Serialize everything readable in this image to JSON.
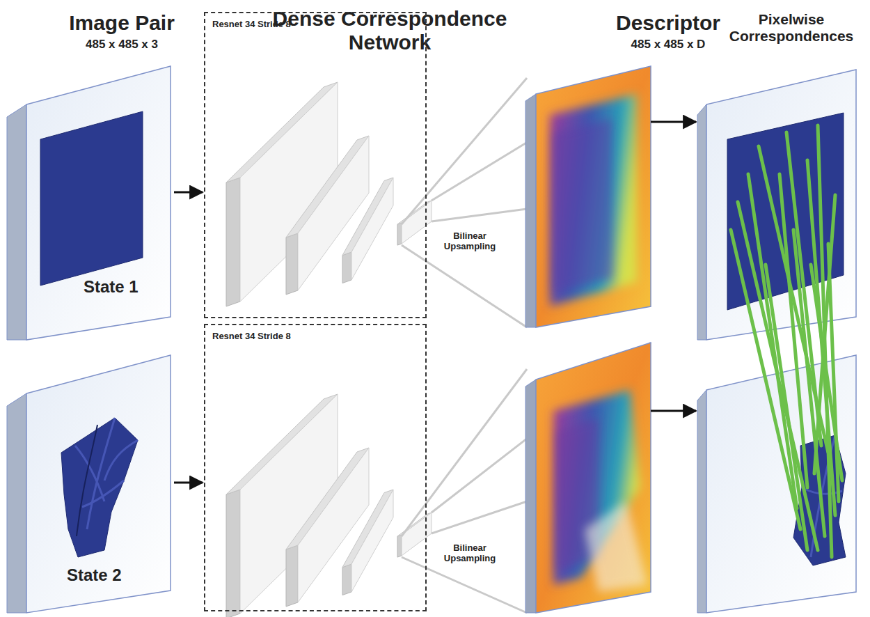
{
  "diagram": {
    "nodes": [
      {
        "text": [
          "State 1"
        ]
      },
      {
        "text": [
          "Resnet 34 Stride 8"
        ]
      },
      {
        "text": [
          "State 2"
        ]
      },
      {
        "text": [
          "Resnet 34 Stride 8"
        ]
      }
    ],
    "edges": [
      {
        "from": 0,
        "to": 1,
        "arrow": "to"
      },
      {
        "from": 2,
        "to": 3,
        "arrow": "to"
      }
    ],
    "labels": [
      "Image Pair",
      "485 x 485 x 3",
      "Dense Correspondence Network",
      "Descriptor",
      "485 x 485 x D",
      "Pixelwise Correspondences",
      "Bilinear Upsampling",
      "Bilinear Upsampling"
    ]
  }
}
